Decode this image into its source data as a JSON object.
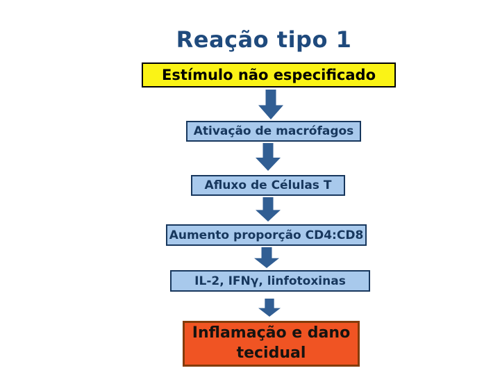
{
  "slide": {
    "title": "Reação tipo 1",
    "title_color": "#1F4A7D",
    "background_color": "#FFFFFF"
  },
  "flowchart": {
    "arrow_color": "#315E93",
    "nodes": [
      {
        "id": "estimulo",
        "label": "Estímulo não especificado",
        "fill": "#FAF316",
        "border_color": "#000000",
        "text_color": "#000000"
      },
      {
        "id": "ativacao",
        "label": "Ativação de macrófagos",
        "fill": "#A8C9EC",
        "border_color": "#17375D",
        "text_color": "#17375D"
      },
      {
        "id": "afluxo",
        "label": "Afluxo de Células T",
        "fill": "#A8C9EC",
        "border_color": "#17375D",
        "text_color": "#17375D"
      },
      {
        "id": "cd4cd8",
        "label": "Aumento proporção CD4:CD8",
        "fill": "#A8C9EC",
        "border_color": "#17375D",
        "text_color": "#17375D"
      },
      {
        "id": "citocinas",
        "label": "IL-2, IFNγ, linfotoxinas",
        "fill": "#A8C9EC",
        "border_color": "#17375D",
        "text_color": "#17375D"
      },
      {
        "id": "inflamacao",
        "label": "Inflamação e dano tecidual",
        "fill": "#F05423",
        "border_color": "#843C0B",
        "text_color": "#161310"
      }
    ]
  }
}
